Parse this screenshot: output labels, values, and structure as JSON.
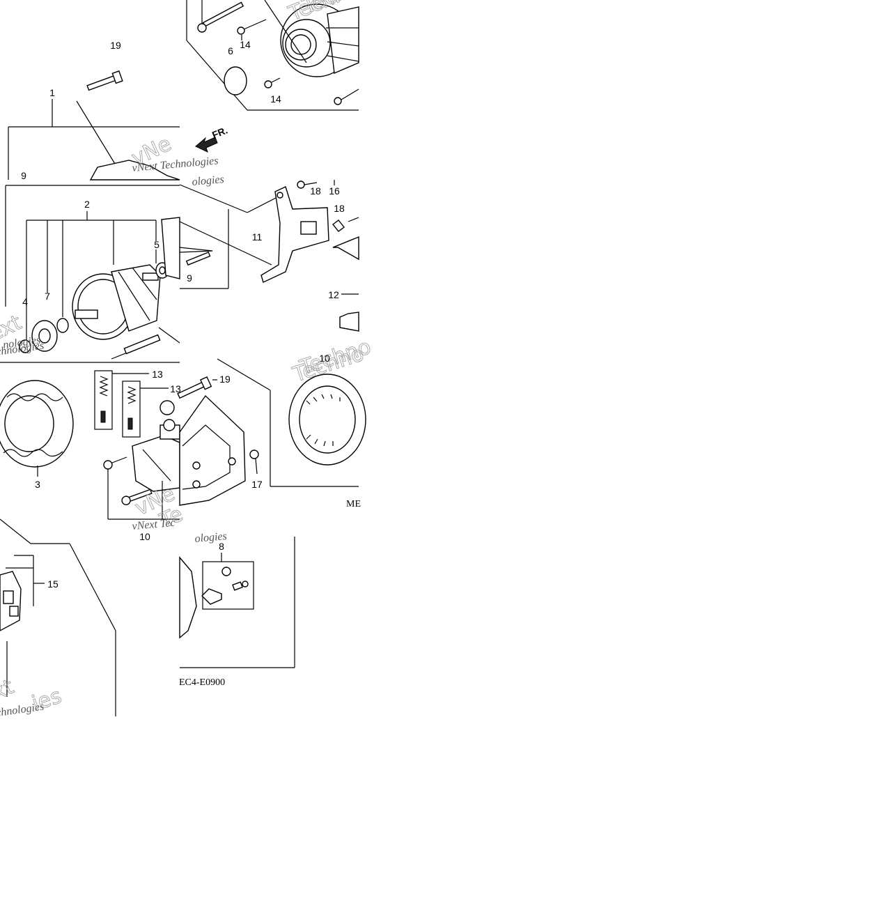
{
  "callouts": [
    "19",
    "1",
    "9",
    "2",
    "5",
    "4",
    "7",
    "14",
    "14",
    "6",
    "18",
    "16",
    "18",
    "11",
    "9",
    "12",
    "13",
    "13",
    "19",
    "17",
    "3",
    "10",
    "8",
    "15",
    "10"
  ],
  "direction_label": "FR.",
  "diagram_codes": [
    "ME",
    "EC4-E0900"
  ],
  "watermark_texts": [
    "vNext Technologies",
    "Techno",
    "vNext Tec",
    "nologies",
    "Techno"
  ],
  "colors": {
    "line": "#000000",
    "background": "#ffffff",
    "watermark": "#9a9a9a"
  }
}
